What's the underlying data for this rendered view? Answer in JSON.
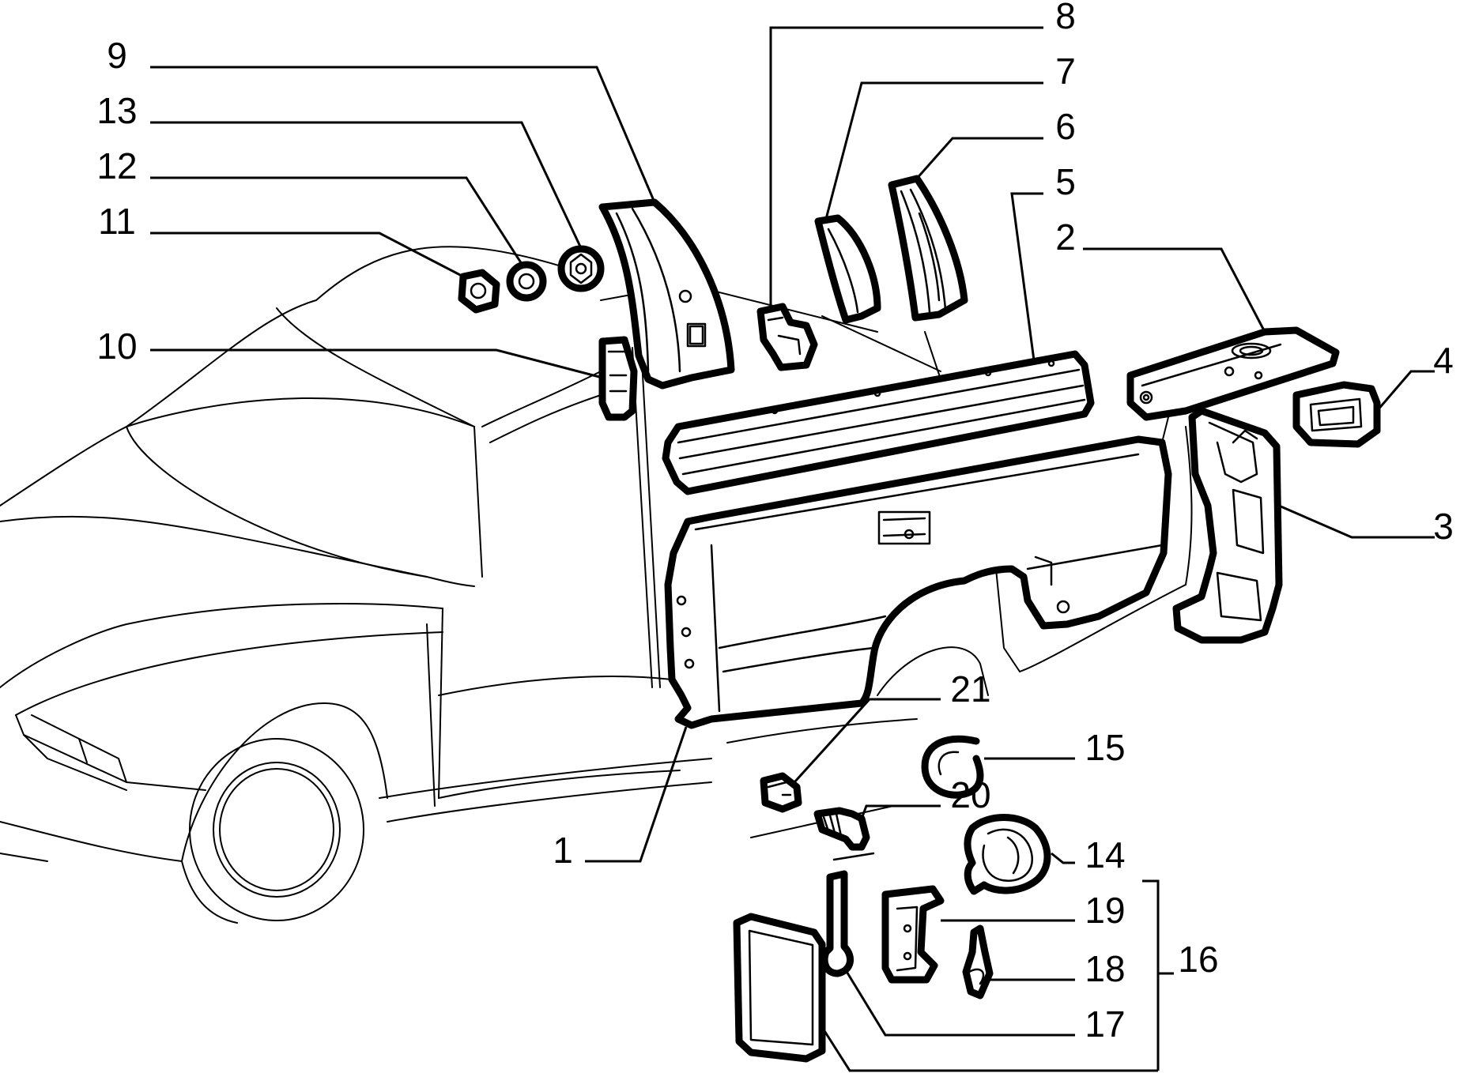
{
  "callouts": [
    {
      "id": "c9",
      "text": "9"
    },
    {
      "id": "c13",
      "text": "13"
    },
    {
      "id": "c12",
      "text": "12"
    },
    {
      "id": "c11",
      "text": "11"
    },
    {
      "id": "c10",
      "text": "10"
    },
    {
      "id": "c8",
      "text": "8"
    },
    {
      "id": "c7",
      "text": "7"
    },
    {
      "id": "c6",
      "text": "6"
    },
    {
      "id": "c5",
      "text": "5"
    },
    {
      "id": "c2",
      "text": "2"
    },
    {
      "id": "c4",
      "text": "4"
    },
    {
      "id": "c3",
      "text": "3"
    },
    {
      "id": "c1",
      "text": "1"
    },
    {
      "id": "c21",
      "text": "21"
    },
    {
      "id": "c15",
      "text": "15"
    },
    {
      "id": "c20",
      "text": "20"
    },
    {
      "id": "c14",
      "text": "14"
    },
    {
      "id": "c19",
      "text": "19"
    },
    {
      "id": "c16",
      "text": "16"
    },
    {
      "id": "c18",
      "text": "18"
    },
    {
      "id": "c17",
      "text": "17"
    }
  ],
  "colors": {
    "ink": "#000000",
    "paper": "#ffffff"
  }
}
